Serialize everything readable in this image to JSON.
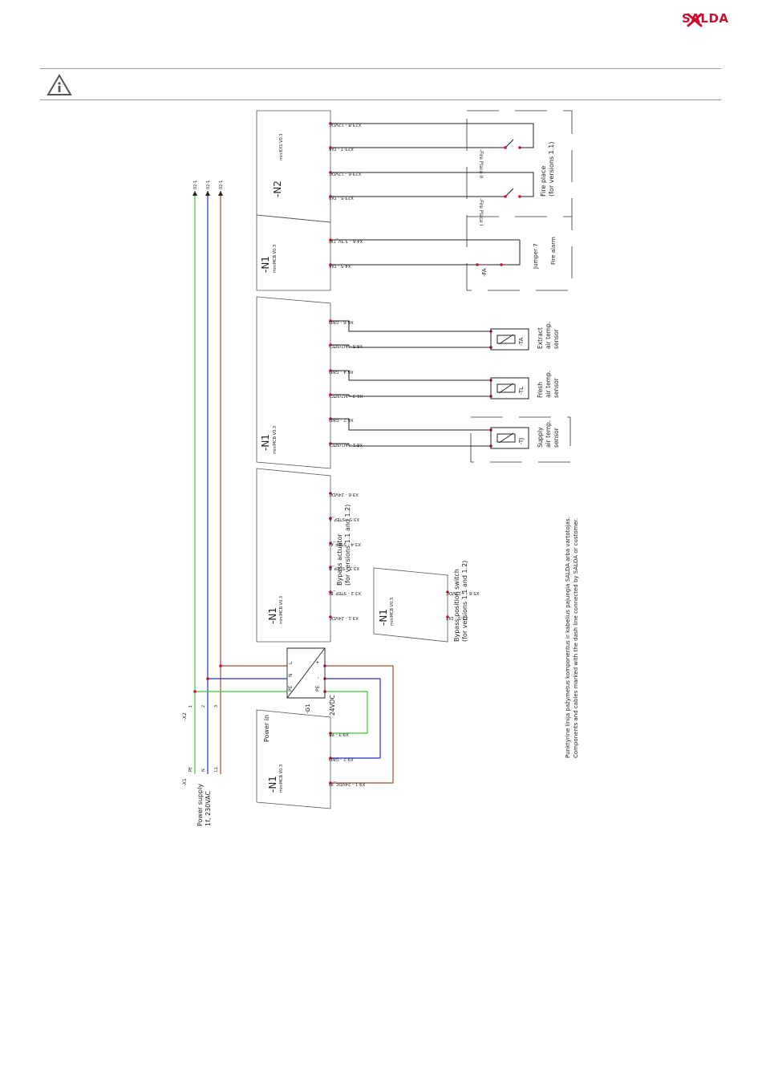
{
  "header": {
    "brand": "SALDA",
    "brand_color": "#c8102e",
    "info_icon": "info-warning-icon"
  },
  "modules": {
    "n2": {
      "id": "-N2",
      "board": "miniEX1 V0.3",
      "terminals": [
        "X23:8 - 12VDC",
        "X23:7 - DI4",
        "X23:6 - 12VDC",
        "X23:5 - DI3"
      ]
    },
    "n1_alarm": {
      "id": "-N1",
      "board": "miniMCB V0.3",
      "terminals": [
        "X4:6 - 3,3V_1W",
        "X4:5 - DI4"
      ]
    },
    "n1_sensors": {
      "id": "-N1",
      "board": "miniMCB V0.3",
      "terminals": [
        "X6:6 - GND",
        "X6:5 - AI2(NTC)",
        "X6:4 - GND",
        "X6:3 - AI2(NTC)",
        "X6:2 - GND",
        "X6:1 - AI1(NTC)"
      ]
    },
    "n1_actuator": {
      "id": "-N1",
      "board": "miniMCB V0.3",
      "terminals": [
        "X3:6 - 24VDC",
        "X3:5 - STEP_A",
        "X3:4 - STEP_A/",
        "X3:3 - STEP_B",
        "X3:2 - STEP_B/",
        "X3:1 - 24VDC"
      ],
      "caption": [
        "Bypass actuator",
        "(for versions 1.1 and 1.2)"
      ]
    },
    "n1_switch": {
      "id": "-N1",
      "board": "miniMCB V0.3",
      "terminals": [
        "X5:6 - +12VDC",
        "X5:5 - DI7"
      ],
      "caption": [
        "Bypass position switch",
        "(for versions 1.1 and 1.2)"
      ]
    },
    "n1_power": {
      "id": "-N1",
      "board": "miniMCB V0.3",
      "title": "Power in",
      "terminals": [
        "X9:3 - PE",
        "X9:2 - GND",
        "X9:1 - 24VDC_IN"
      ]
    }
  },
  "fire": {
    "fireplace2": "-Fire Place II",
    "fireplace1": "-Fire Place I",
    "fireplace_caption": [
      "Fire place",
      "(for versions 1.1)"
    ],
    "jumper": "Jumper 7",
    "alarm": "Fire alarm",
    "fa": "-FA"
  },
  "sensors": [
    {
      "tag": "-TA",
      "caption": [
        "Extract",
        "air temp.",
        "sensor"
      ]
    },
    {
      "tag": "-TL",
      "caption": [
        "Fresh",
        "air temp.",
        "sensor"
      ]
    },
    {
      "tag": "-TJ",
      "caption": [
        "Supply",
        "air temp.",
        "sensor"
      ]
    }
  ],
  "supply": {
    "x2": "-X2",
    "x1": "-X1",
    "x2_pins": [
      "1",
      "2",
      "3"
    ],
    "x1_pins": [
      "PE",
      "N",
      "L1"
    ],
    "refs": [
      "02-1",
      "02-1",
      "02-1"
    ],
    "caption": [
      "Power supply",
      "1f, 230VAC"
    ],
    "g1": "-G1",
    "g1_voltage": "24VDC",
    "g1_inputs": [
      "L",
      "N",
      "PE"
    ],
    "g1_outputs": [
      "+",
      "-",
      "PE"
    ]
  },
  "notes": [
    "Punktyrine linija pažymetus komponentus ir kabelius pajungia SALDA arba vartotojas.",
    "Components and cables marked with the dash line connected by SALDA or customer."
  ],
  "colors": {
    "pe": "#33cc33",
    "n": "#2233cc",
    "l": "#a0522d",
    "contact": "#c8102e"
  }
}
